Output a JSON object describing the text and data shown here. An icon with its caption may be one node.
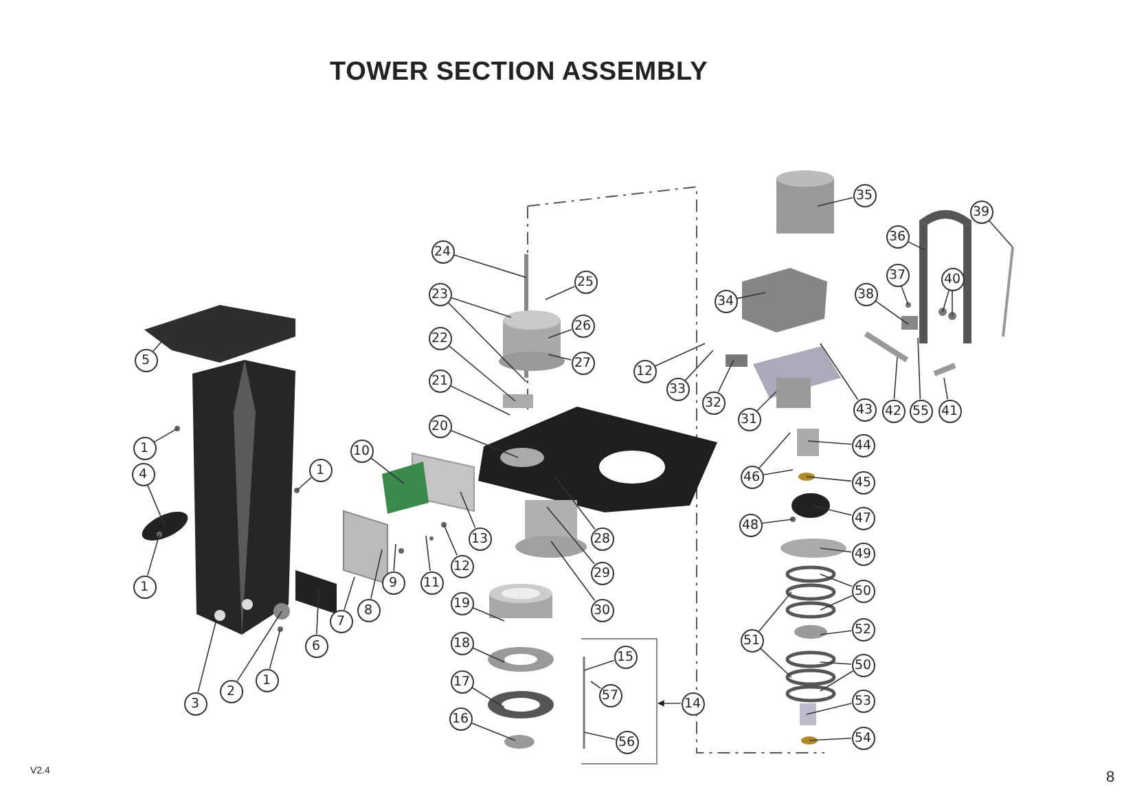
{
  "diagram": {
    "title": "TOWER SECTION ASSEMBLY",
    "nodes": [
      {
        "text": [
          "5"
        ]
      },
      {
        "text": [
          "1"
        ]
      },
      {
        "text": [
          "4"
        ]
      },
      {
        "text": [
          "1"
        ]
      },
      {
        "text": [
          "3"
        ]
      },
      {
        "text": [
          "2"
        ]
      },
      {
        "text": [
          "1"
        ]
      },
      {
        "text": [
          "1"
        ]
      },
      {
        "text": [
          "6"
        ]
      },
      {
        "text": [
          "7"
        ]
      },
      {
        "text": [
          "8"
        ]
      },
      {
        "text": [
          "9"
        ]
      },
      {
        "text": [
          "10"
        ]
      },
      {
        "text": [
          "11"
        ]
      },
      {
        "text": [
          "12"
        ]
      },
      {
        "text": [
          "13"
        ]
      },
      {
        "text": [
          "24"
        ]
      },
      {
        "text": [
          "25"
        ]
      },
      {
        "text": [
          "23"
        ]
      },
      {
        "text": [
          "26"
        ]
      },
      {
        "text": [
          "27"
        ]
      },
      {
        "text": [
          "22"
        ]
      },
      {
        "text": [
          "21"
        ]
      },
      {
        "text": [
          "20"
        ]
      },
      {
        "text": [
          "28"
        ]
      },
      {
        "text": [
          "29"
        ]
      },
      {
        "text": [
          "30"
        ]
      },
      {
        "text": [
          "19"
        ]
      },
      {
        "text": [
          "18"
        ]
      },
      {
        "text": [
          "17"
        ]
      },
      {
        "text": [
          "16"
        ]
      },
      {
        "text": [
          "15"
        ]
      },
      {
        "text": [
          "57"
        ]
      },
      {
        "text": [
          "56"
        ]
      },
      {
        "text": [
          "14"
        ]
      },
      {
        "text": [
          "12"
        ]
      },
      {
        "text": [
          "33"
        ]
      },
      {
        "text": [
          "35"
        ]
      },
      {
        "text": [
          "36"
        ]
      },
      {
        "text": [
          "39"
        ]
      },
      {
        "text": [
          "37"
        ]
      },
      {
        "text": [
          "40"
        ]
      },
      {
        "text": [
          "34"
        ]
      },
      {
        "text": [
          "38"
        ]
      },
      {
        "text": [
          "32"
        ]
      },
      {
        "text": [
          "31"
        ]
      },
      {
        "text": [
          "43"
        ]
      },
      {
        "text": [
          "42"
        ]
      },
      {
        "text": [
          "55"
        ]
      },
      {
        "text": [
          "41"
        ]
      },
      {
        "text": [
          "44"
        ]
      },
      {
        "text": [
          "46"
        ]
      },
      {
        "text": [
          "45"
        ]
      },
      {
        "text": [
          "47"
        ]
      },
      {
        "text": [
          "48"
        ]
      },
      {
        "text": [
          "49"
        ]
      },
      {
        "text": [
          "50"
        ]
      },
      {
        "text": [
          "51"
        ]
      },
      {
        "text": [
          "52"
        ]
      },
      {
        "text": [
          "50"
        ]
      },
      {
        "text": [
          "53"
        ]
      },
      {
        "text": [
          "54"
        ]
      }
    ],
    "edges": [
      {
        "from": 0,
        "to": null,
        "arrow": "none"
      },
      {
        "from": 1,
        "to": null,
        "arrow": "none"
      },
      {
        "from": 2,
        "to": null,
        "arrow": "none"
      },
      {
        "from": 3,
        "to": null,
        "arrow": "none"
      },
      {
        "from": 4,
        "to": null,
        "arrow": "none"
      },
      {
        "from": 5,
        "to": null,
        "arrow": "none"
      },
      {
        "from": 6,
        "to": null,
        "arrow": "none"
      },
      {
        "from": 7,
        "to": null,
        "arrow": "none"
      },
      {
        "from": 8,
        "to": null,
        "arrow": "none"
      },
      {
        "from": 9,
        "to": null,
        "arrow": "none"
      },
      {
        "from": 10,
        "to": null,
        "arrow": "none"
      },
      {
        "from": 11,
        "to": null,
        "arrow": "none"
      },
      {
        "from": 12,
        "to": null,
        "arrow": "none"
      },
      {
        "from": 13,
        "to": null,
        "arrow": "none"
      },
      {
        "from": 14,
        "to": null,
        "arrow": "none"
      },
      {
        "from": 15,
        "to": null,
        "arrow": "none"
      },
      {
        "from": 16,
        "to": null,
        "arrow": "none"
      },
      {
        "from": 17,
        "to": null,
        "arrow": "none"
      },
      {
        "from": 18,
        "to": null,
        "arrow": "none"
      },
      {
        "from": 18,
        "to": null,
        "arrow": "none"
      },
      {
        "from": 19,
        "to": null,
        "arrow": "none"
      },
      {
        "from": 20,
        "to": null,
        "arrow": "none"
      },
      {
        "from": 21,
        "to": null,
        "arrow": "none"
      },
      {
        "from": 22,
        "to": null,
        "arrow": "none"
      },
      {
        "from": 23,
        "to": null,
        "arrow": "none"
      },
      {
        "from": 24,
        "to": null,
        "arrow": "none"
      },
      {
        "from": 25,
        "to": null,
        "arrow": "none"
      },
      {
        "from": 26,
        "to": null,
        "arrow": "none"
      },
      {
        "from": 27,
        "to": null,
        "arrow": "none"
      },
      {
        "from": 28,
        "to": null,
        "arrow": "none"
      },
      {
        "from": 29,
        "to": null,
        "arrow": "none"
      },
      {
        "from": 30,
        "to": null,
        "arrow": "none"
      },
      {
        "from": 31,
        "to": null,
        "arrow": "none"
      },
      {
        "from": 32,
        "to": null,
        "arrow": "none"
      },
      {
        "from": 33,
        "to": null,
        "arrow": "none"
      },
      {
        "from": 34,
        "to": null,
        "arrow": "to"
      },
      {
        "from": 35,
        "to": null,
        "arrow": "none"
      },
      {
        "from": 36,
        "to": null,
        "arrow": "none"
      },
      {
        "from": 37,
        "to": null,
        "arrow": "none"
      },
      {
        "from": 38,
        "to": null,
        "arrow": "none"
      },
      {
        "from": 39,
        "to": null,
        "arrow": "none"
      },
      {
        "from": 40,
        "to": null,
        "arrow": "none"
      },
      {
        "from": 41,
        "to": null,
        "arrow": "none"
      },
      {
        "from": 41,
        "to": null,
        "arrow": "none"
      },
      {
        "from": 42,
        "to": null,
        "arrow": "none"
      },
      {
        "from": 43,
        "to": null,
        "arrow": "none"
      },
      {
        "from": 44,
        "to": null,
        "arrow": "none"
      },
      {
        "from": 45,
        "to": null,
        "arrow": "none"
      },
      {
        "from": 46,
        "to": null,
        "arrow": "none"
      },
      {
        "from": 47,
        "to": null,
        "arrow": "none"
      },
      {
        "from": 48,
        "to": null,
        "arrow": "none"
      },
      {
        "from": 49,
        "to": null,
        "arrow": "none"
      },
      {
        "from": 50,
        "to": null,
        "arrow": "none"
      },
      {
        "from": 51,
        "to": null,
        "arrow": "none"
      },
      {
        "from": 51,
        "to": null,
        "arrow": "none"
      },
      {
        "from": 52,
        "to": null,
        "arrow": "none"
      },
      {
        "from": 53,
        "to": null,
        "arrow": "none"
      },
      {
        "from": 54,
        "to": null,
        "arrow": "none"
      },
      {
        "from": 55,
        "to": null,
        "arrow": "none"
      },
      {
        "from": 56,
        "to": null,
        "arrow": "none"
      },
      {
        "from": 56,
        "to": null,
        "arrow": "none"
      },
      {
        "from": 57,
        "to": null,
        "arrow": "none"
      },
      {
        "from": 57,
        "to": null,
        "arrow": "none"
      },
      {
        "from": 58,
        "to": null,
        "arrow": "none"
      },
      {
        "from": 59,
        "to": null,
        "arrow": "none"
      },
      {
        "from": 59,
        "to": null,
        "arrow": "none"
      },
      {
        "from": 60,
        "to": null,
        "arrow": "none"
      },
      {
        "from": 61,
        "to": null,
        "arrow": "none"
      }
    ],
    "labels": [
      "V2.4",
      "8"
    ]
  }
}
